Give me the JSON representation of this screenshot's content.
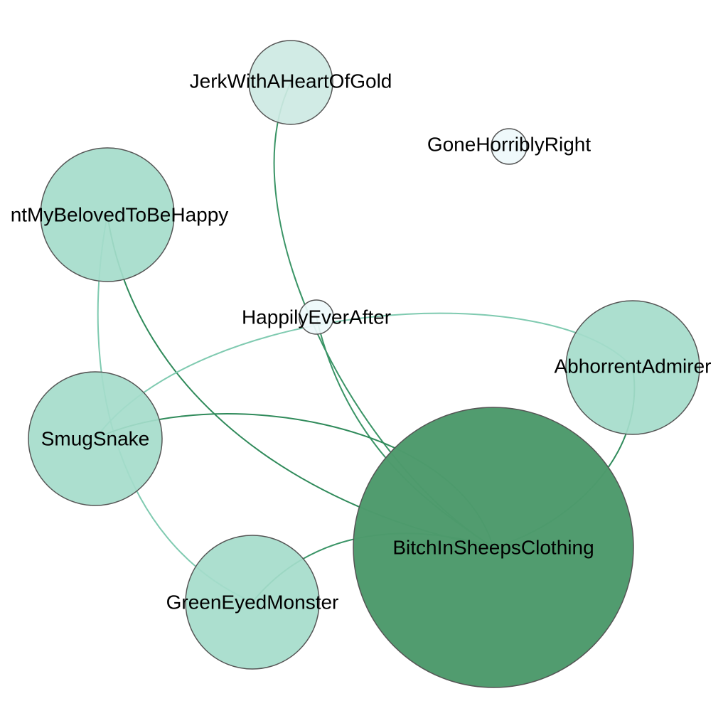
{
  "graph": {
    "nodes": [
      {
        "id": "jerk",
        "label": "JerkWithAHeartOfGold",
        "fill": "#cde9e3"
      },
      {
        "id": "gone",
        "label": "GoneHorriblyRight",
        "fill": "#eef8fb"
      },
      {
        "id": "beloved",
        "label": "I Want My Beloved To Be Happy",
        "label_shown": "ntMyBelovedToBeHappy",
        "fill": "#a5dccb"
      },
      {
        "id": "happily",
        "label": "HappilyEverAfter",
        "fill": "#eef8fb"
      },
      {
        "id": "abhorrent",
        "label": "AbhorrentAdmirer",
        "fill": "#a5dccb"
      },
      {
        "id": "smug",
        "label": "SmugSnake",
        "fill": "#a5dccb"
      },
      {
        "id": "bitch",
        "label": "BitchInSheepsClothing",
        "fill": "#4e9a6c"
      },
      {
        "id": "green",
        "label": "GreenEyedMonster",
        "fill": "#a5dccb"
      }
    ],
    "edges": [
      {
        "source": "jerk",
        "target": "bitch",
        "color": "#3a9466"
      },
      {
        "source": "beloved",
        "target": "bitch",
        "color": "#2f8a5a"
      },
      {
        "source": "beloved",
        "target": "green",
        "color": "#7fcab0"
      },
      {
        "source": "happily",
        "target": "bitch",
        "color": "#3a9466"
      },
      {
        "source": "abhorrent",
        "target": "bitch",
        "color": "#2f8a5a"
      },
      {
        "source": "smug",
        "target": "abhorrent",
        "color": "#7fcab0"
      },
      {
        "source": "smug",
        "target": "bitch",
        "color": "#2f8a5a"
      },
      {
        "source": "green",
        "target": "bitch",
        "color": "#3a9466"
      }
    ],
    "node_stroke_color": "#555555",
    "label_color": "#000000"
  }
}
